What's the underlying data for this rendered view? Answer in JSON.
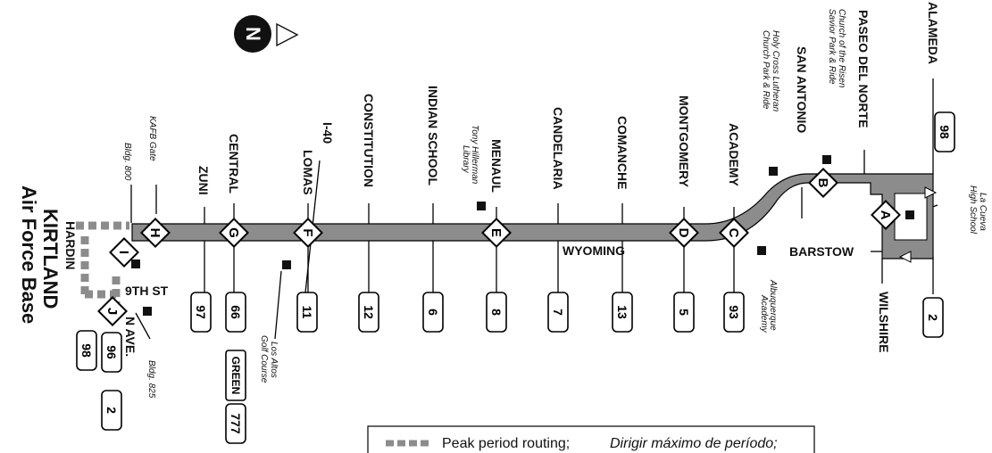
{
  "map": {
    "compass": "N",
    "corridor_label": "WYOMING",
    "base": {
      "line1": "KIRTLAND",
      "line2": "Air Force Base"
    },
    "streets": [
      {
        "id": "zuni",
        "name": "ZUNI"
      },
      {
        "id": "central",
        "name": "CENTRAL"
      },
      {
        "id": "i40",
        "name": "I-40"
      },
      {
        "id": "lomas",
        "name": "LOMAS"
      },
      {
        "id": "constitution",
        "name": "CONSTITUTION"
      },
      {
        "id": "indian-school",
        "name": "INDIAN SCHOOL"
      },
      {
        "id": "menaul",
        "name": "MENAUL"
      },
      {
        "id": "candelaria",
        "name": "CANDELARIA"
      },
      {
        "id": "comanche",
        "name": "COMANCHE"
      },
      {
        "id": "montgomery",
        "name": "MONTGOMERY"
      },
      {
        "id": "academy",
        "name": "ACADEMY"
      },
      {
        "id": "san-antonio",
        "name": "SAN ANTONIO"
      },
      {
        "id": "paseo",
        "name": "PASEO DEL NORTE"
      },
      {
        "id": "alameda",
        "name": "ALAMEDA"
      },
      {
        "id": "barstow",
        "name": "BARSTOW"
      },
      {
        "id": "wilshire",
        "name": "WILSHIRE"
      },
      {
        "id": "hardin",
        "name": "HARDIN"
      },
      {
        "id": "9th",
        "name": "9TH ST"
      },
      {
        "id": "nave",
        "name": "N AVE."
      }
    ],
    "landmarks": [
      {
        "id": "kafb",
        "text": "KAFB Gate"
      },
      {
        "id": "bldg800",
        "text": "Bldg. 800"
      },
      {
        "id": "bldg825",
        "text": "Bldg. 825"
      },
      {
        "id": "golf1",
        "text": "Los Altos"
      },
      {
        "id": "golf2",
        "text": "Golf Course"
      },
      {
        "id": "lib1",
        "text": "Tony Hillerman"
      },
      {
        "id": "lib2",
        "text": "Library"
      },
      {
        "id": "acad1",
        "text": "Albuquerque"
      },
      {
        "id": "acad2",
        "text": "Academy"
      },
      {
        "id": "holy1",
        "text": "Holy Cross Lutheran"
      },
      {
        "id": "holy2",
        "text": "Church Park & Ride"
      },
      {
        "id": "risen1",
        "text": "Church of the Risen"
      },
      {
        "id": "risen2",
        "text": "Savior Park & Ride"
      },
      {
        "id": "cueva1",
        "text": "La Cueva"
      },
      {
        "id": "cueva2",
        "text": "High School"
      }
    ],
    "stops": [
      "A",
      "B",
      "C",
      "D",
      "E",
      "F",
      "G",
      "H",
      "I",
      "J"
    ],
    "routes": [
      "97",
      "66",
      "GREEN",
      "777",
      "11",
      "12",
      "6",
      "8",
      "7",
      "13",
      "5",
      "93",
      "98",
      "2",
      "96",
      "98",
      "2"
    ],
    "legend": {
      "english": "Peak period routing;",
      "spanish": "Dirigir máximo de período;"
    }
  }
}
